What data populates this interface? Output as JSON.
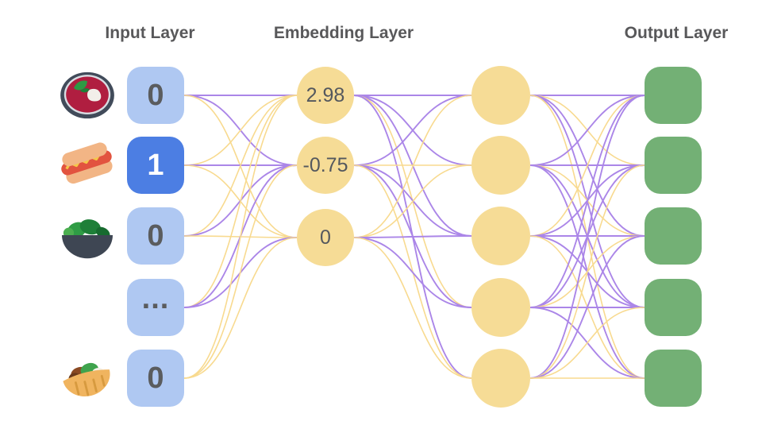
{
  "titles": {
    "input": "Input Layer",
    "embedding": "Embedding Layer",
    "output": "Output Layer"
  },
  "colors": {
    "purple_line": "#ab86e8",
    "yellow_line": "#f8da8f",
    "input_node": "#afc8f2",
    "input_node_active": "#4c7ee3",
    "embedding_node": "#f6dc96",
    "hidden_node": "#f6dc96",
    "output_node": "#73b075",
    "title_text": "#58585a",
    "node_text": "#5a5c5e",
    "active_node_text": "#ffffff"
  },
  "input_layer": {
    "nodes": [
      {
        "value": "0",
        "active": false,
        "icon": "soup-icon"
      },
      {
        "value": "1",
        "active": true,
        "icon": "hotdog-icon"
      },
      {
        "value": "0",
        "active": false,
        "icon": "salad-icon"
      },
      {
        "value": "...",
        "active": false,
        "icon": null
      },
      {
        "value": "0",
        "active": false,
        "icon": "pita-icon"
      }
    ]
  },
  "embedding_layer": {
    "nodes": [
      {
        "value": "2.98"
      },
      {
        "value": "-0.75"
      },
      {
        "value": "0"
      }
    ]
  },
  "hidden_layer": {
    "count": 5
  },
  "output_layer": {
    "count": 5
  },
  "connections": {
    "input_to_embedding": [
      [
        "P",
        "P",
        "Y"
      ],
      [
        "Y",
        "P",
        "Y"
      ],
      [
        "Y",
        "P",
        "Y"
      ],
      [
        "Y",
        "P",
        "P"
      ],
      [
        "Y",
        "Y",
        "Y"
      ]
    ],
    "embedding_to_hidden": [
      [
        "P",
        "P",
        "P",
        "Y",
        "P"
      ],
      [
        "P",
        "Y",
        "P",
        "P",
        "Y"
      ],
      [
        "Y",
        "Y",
        "P",
        "P",
        "Y"
      ]
    ],
    "hidden_to_output": [
      [
        "P",
        "Y",
        "P",
        "P",
        "Y"
      ],
      [
        "P",
        "P",
        "Y",
        "P",
        "P"
      ],
      [
        "Y",
        "P",
        "P",
        "P",
        "Y"
      ],
      [
        "P",
        "P",
        "Y",
        "P",
        "P"
      ],
      [
        "P",
        "Y",
        "P",
        "Y",
        "Y"
      ]
    ]
  }
}
